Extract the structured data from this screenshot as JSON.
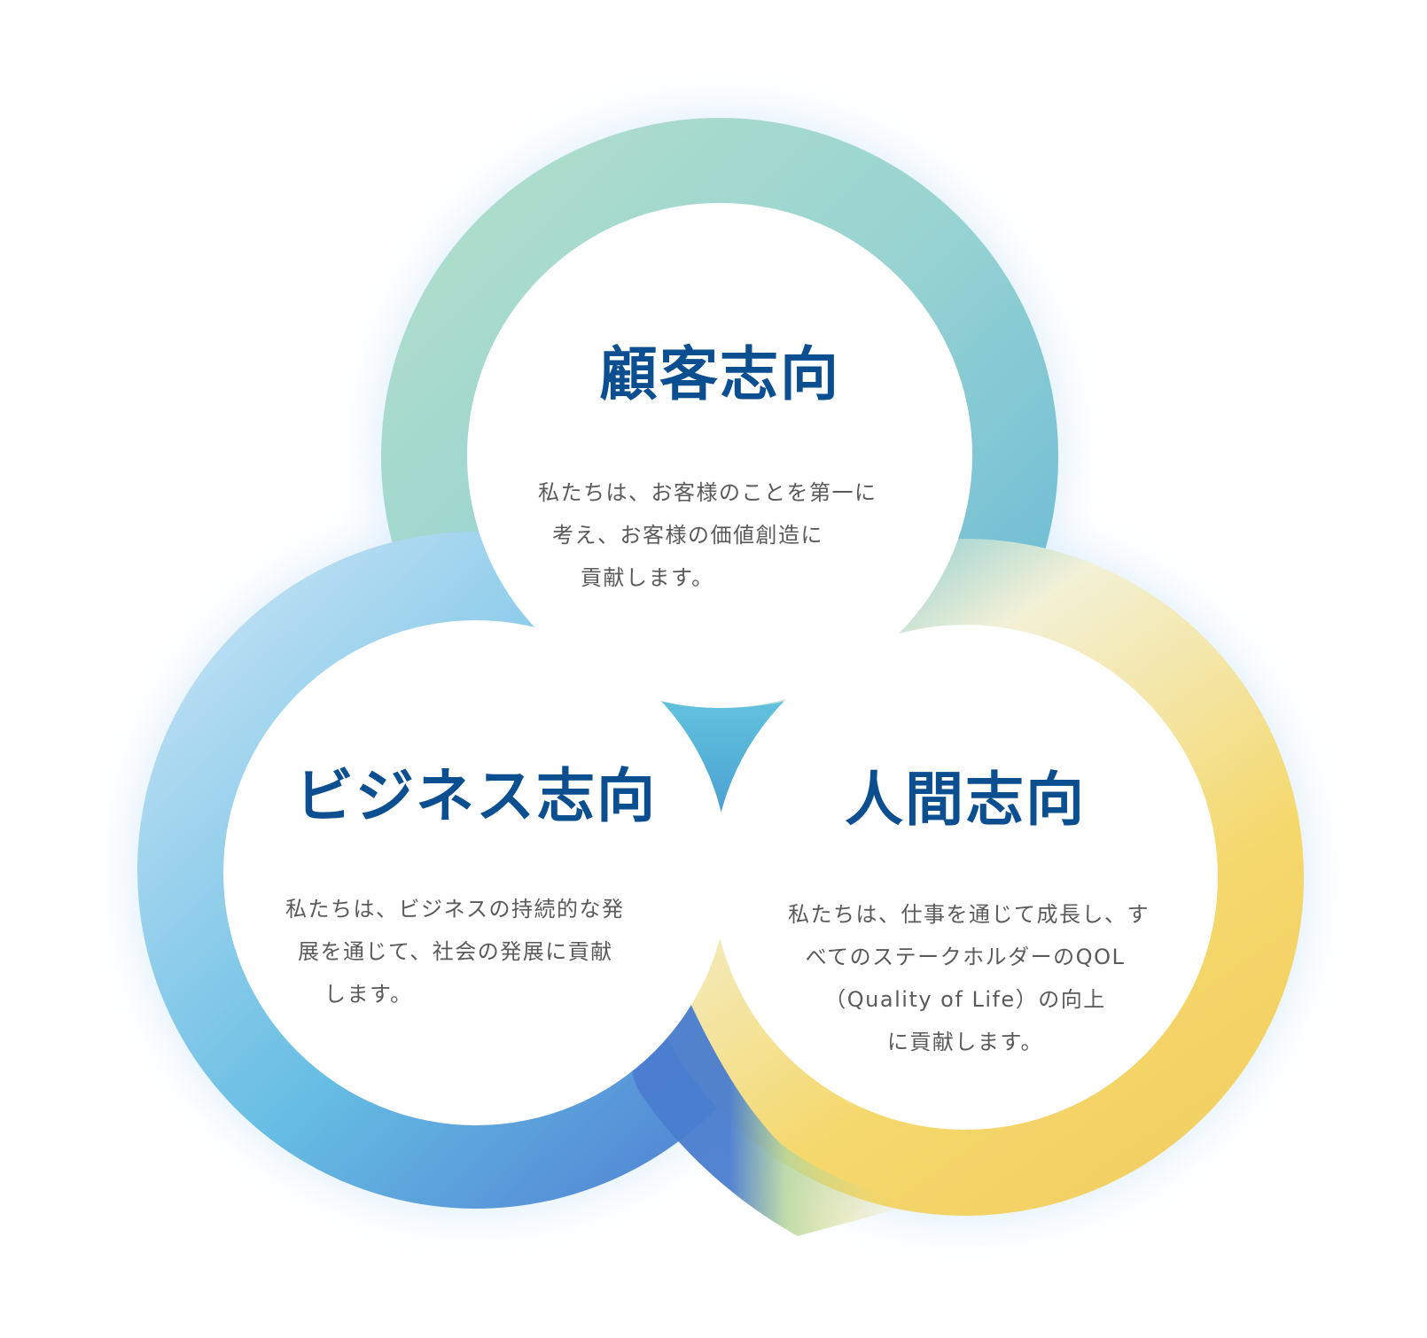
{
  "circles": [
    {
      "id": "customer",
      "title": "顧客志向",
      "lines": [
        "私たちは、お客様のことを第一に",
        "考え、お客様の価値創造に",
        "貢献します。"
      ]
    },
    {
      "id": "business",
      "title": "ビジネス志向",
      "lines": [
        "私たちは、ビジネスの持続的な発",
        "展を通じて、社会の発展に貢献",
        "します。"
      ]
    },
    {
      "id": "human",
      "title": "人間志向",
      "lines": [
        "私たちは、仕事を通じて成長し、す",
        "べてのステークホルダーのQOL",
        "（Quality of Life）の向上",
        "に貢献します。"
      ]
    }
  ],
  "colors": {
    "heading": "#0c4f91",
    "body_text": "#5a5a5a",
    "ring_customer": [
      "#b6e0c9",
      "#97d3d2",
      "#6db8d8"
    ],
    "ring_business": [
      "#b7dcf3",
      "#66bde3",
      "#4f7fd3"
    ],
    "ring_human": [
      "#7dc7d4",
      "#f3f0d2",
      "#f5d469",
      "#4a7dcf"
    ],
    "center_triangle": [
      "#5fc2dd",
      "#4aa3d2"
    ],
    "glow": "#cfe6fb"
  }
}
